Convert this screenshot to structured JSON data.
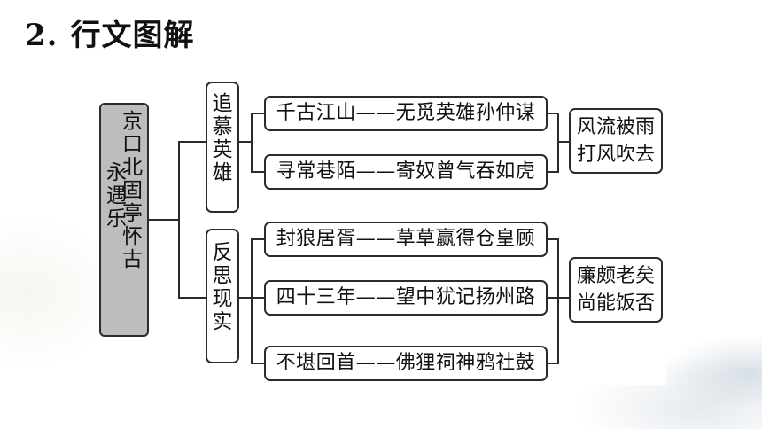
{
  "title": {
    "number": "2.",
    "text": "行文图解"
  },
  "diagram": {
    "root": {
      "line1": "京口北固亭怀古",
      "line2": "永遇乐"
    },
    "branches": [
      {
        "label": "追慕英雄",
        "items": [
          {
            "left": "千古江山",
            "sep": "——",
            "right": "无觅英雄孙仲谋"
          },
          {
            "left": "寻常巷陌",
            "sep": "——",
            "right": "寄奴曾气吞如虎"
          }
        ],
        "summary": {
          "line1": "风流被雨",
          "line2": "打风吹去"
        }
      },
      {
        "label": "反思现实",
        "items": [
          {
            "left": "封狼居胥",
            "sep": "——",
            "right": "草草赢得仓皇顾"
          },
          {
            "left": "四十三年",
            "sep": "——",
            "right": "望中犹记扬州路"
          },
          {
            "left": "不堪回首",
            "sep": "——",
            "right": "佛狸祠神鸦社鼓"
          }
        ],
        "summary": {
          "line1": "廉颇老矣",
          "line2": "尚能饭否"
        }
      }
    ]
  }
}
